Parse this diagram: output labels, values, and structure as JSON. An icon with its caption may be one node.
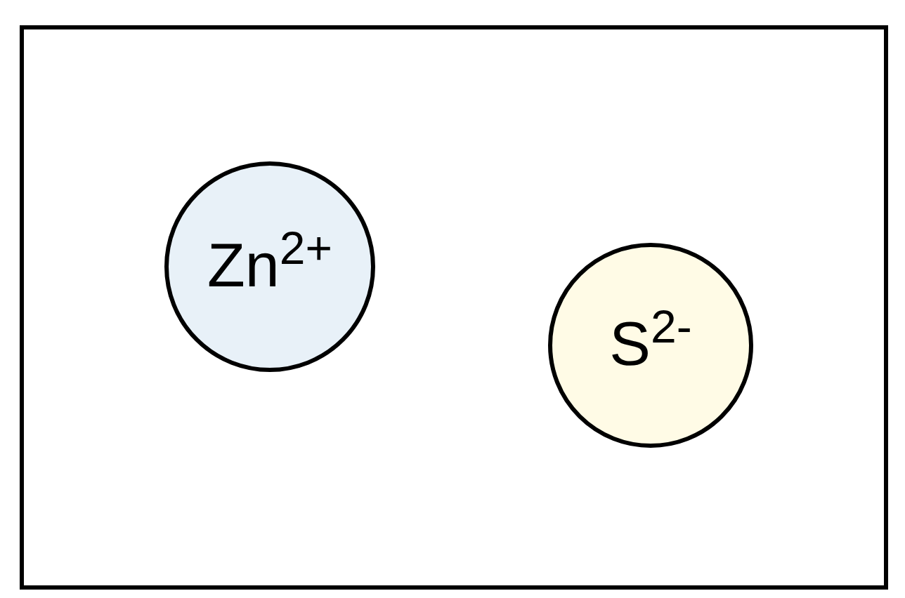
{
  "diagram": {
    "nodes": [
      {
        "text": [],
        "shape": "box"
      },
      {
        "text": [
          "Zn$^{2+}$"
        ],
        "in": 0
      },
      {
        "text": [
          "S$^{2-}$"
        ],
        "in": 0
      }
    ]
  }
}
